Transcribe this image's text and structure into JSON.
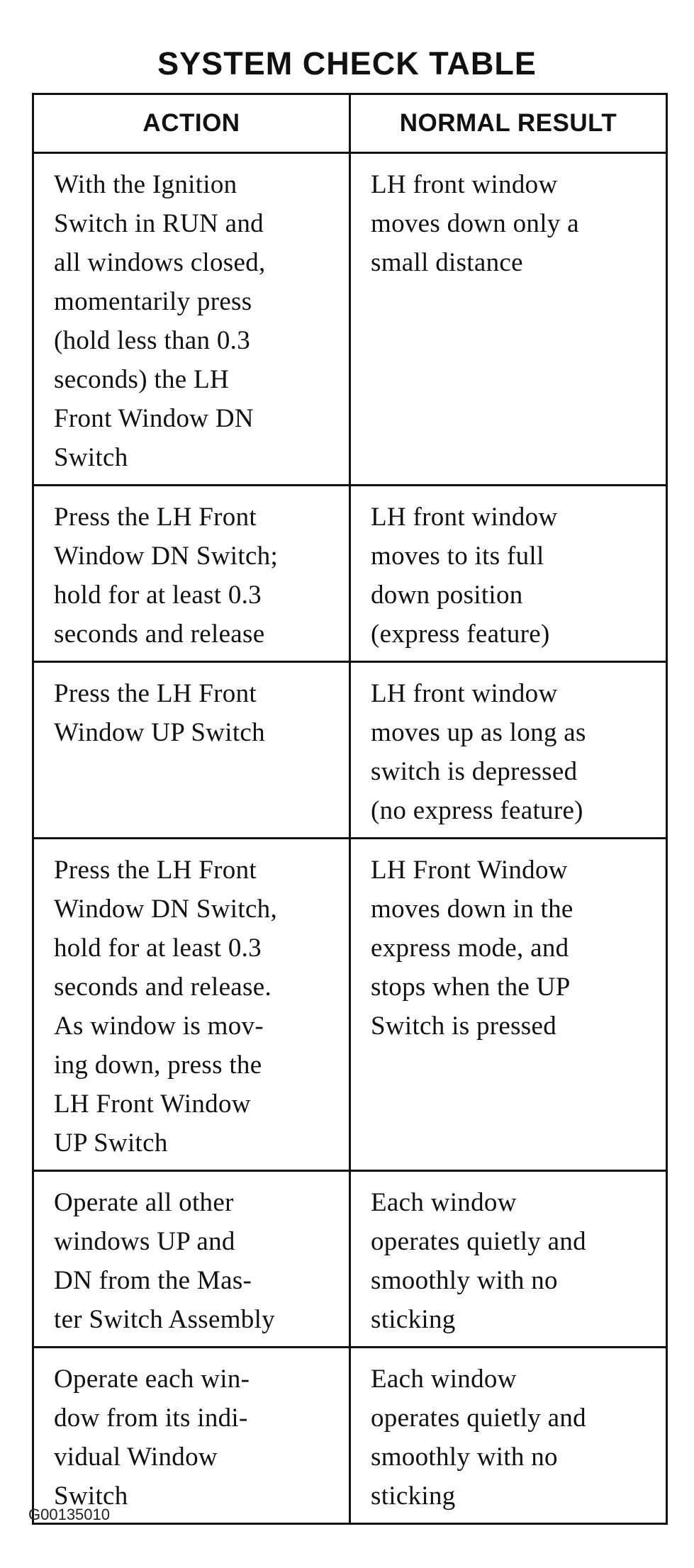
{
  "title": "SYSTEM CHECK TABLE",
  "table": {
    "headers": [
      "ACTION",
      "NORMAL RESULT"
    ],
    "rows": [
      {
        "action": "With the Ignition\nSwitch in RUN and\nall windows closed,\nmomentarily press\n(hold less than 0.3\nseconds) the LH\nFront Window DN\nSwitch",
        "result": "LH front window\nmoves down only a\nsmall distance"
      },
      {
        "action": "Press the LH Front\nWindow DN Switch;\nhold for at least 0.3\nseconds and release",
        "result": "LH front window\nmoves to its full\ndown position\n(express feature)"
      },
      {
        "action": "Press the LH Front\nWindow UP Switch",
        "result": "LH front window\nmoves up as long as\nswitch is depressed\n(no express feature)"
      },
      {
        "action": "Press the LH Front\nWindow DN Switch,\nhold for at least 0.3\nseconds and release.\nAs window is mov-\ning down, press the\nLH Front Window\nUP Switch",
        "result": "LH Front Window\nmoves down in the\nexpress mode, and\nstops when the UP\nSwitch is pressed"
      },
      {
        "action": "Operate all other\nwindows UP and\nDN from the Mas-\nter Switch Assembly",
        "result": "Each window\noperates quietly and\nsmoothly with no\nsticking"
      },
      {
        "action": "Operate each win-\ndow from its indi-\nvidual Window\nSwitch",
        "result": "Each window\noperates quietly and\nsmoothly with no\nsticking"
      }
    ]
  },
  "figure_code": "G00135010"
}
